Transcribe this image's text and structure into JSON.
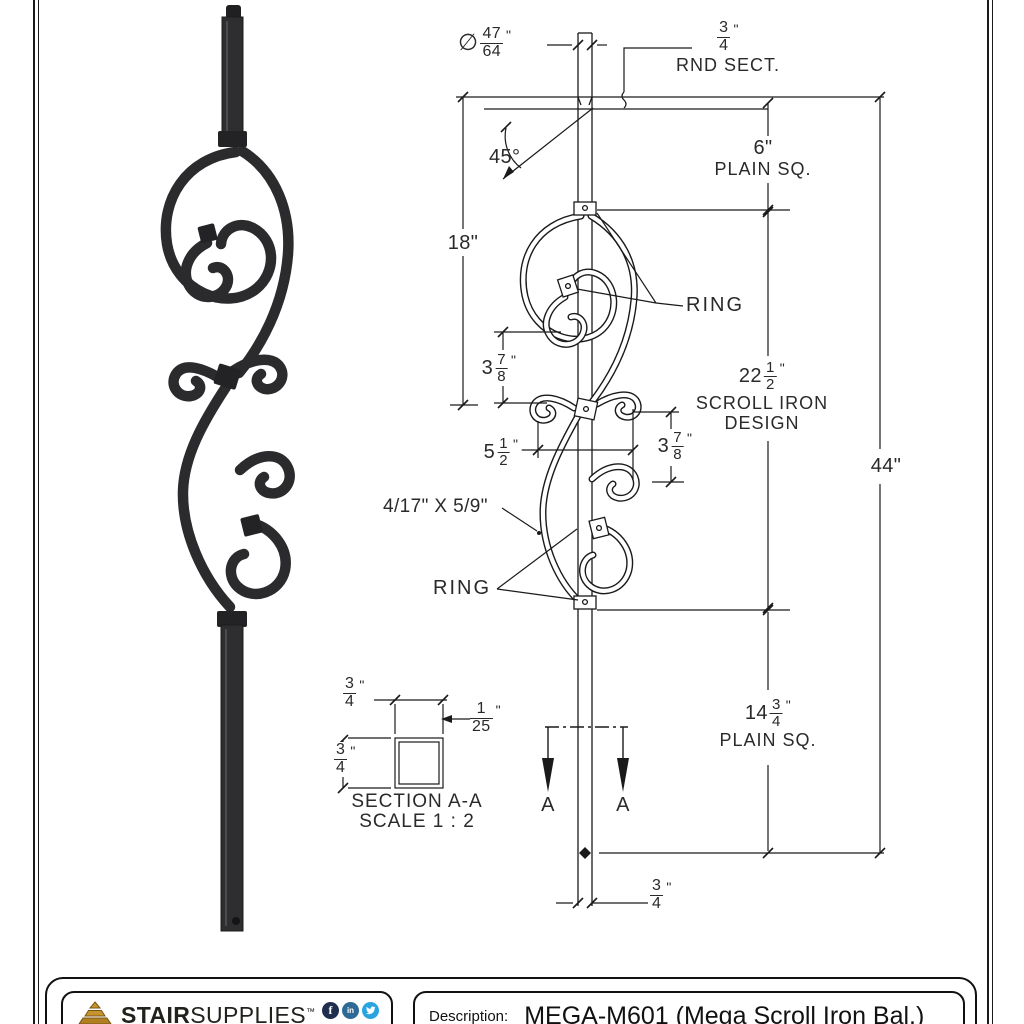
{
  "drawing": {
    "diameter": {
      "symbol": "∅",
      "num": "47",
      "den": "64",
      "unit": "\""
    },
    "rnd_sect": {
      "num": "3",
      "den": "4",
      "unit": "\"",
      "caption": "RND SECT."
    },
    "angle_45": "45°",
    "plain_sq_top": {
      "value": "6\"",
      "caption": "PLAIN SQ."
    },
    "dim_18": "18\"",
    "ring_upper": "RING",
    "dim_3_7_8_upper": {
      "whole": "3",
      "num": "7",
      "den": "8",
      "unit": "\""
    },
    "scroll_section": {
      "whole": "22",
      "num": "1",
      "den": "2",
      "unit": "\"",
      "caption_line1": "SCROLL IRON",
      "caption_line2": "DESIGN"
    },
    "dim_5_1_2": {
      "whole": "5",
      "num": "1",
      "den": "2",
      "unit": "\""
    },
    "dim_3_7_8_lower": {
      "whole": "3",
      "num": "7",
      "den": "8",
      "unit": "\""
    },
    "dim_44": "44\"",
    "wire_size": "4/17\" X 5/9\"",
    "ring_lower": "RING",
    "plain_sq_bottom": {
      "whole": "14",
      "num": "3",
      "den": "4",
      "unit": "\"",
      "caption": "PLAIN SQ."
    },
    "dim_3_4_bottom": {
      "num": "3",
      "den": "4",
      "unit": "\""
    },
    "section_detail": {
      "dim_top": {
        "num": "3",
        "den": "4",
        "unit": "\""
      },
      "dim_left": {
        "num": "3",
        "den": "4",
        "unit": "\""
      },
      "dim_wall": {
        "num": "1",
        "den": "25",
        "unit": "\""
      },
      "title": "SECTION A-A",
      "scale": "SCALE 1 : 2",
      "cut_label": "A"
    }
  },
  "footer": {
    "brand_bold": "STAIR",
    "brand_regular": "SUPPLIES",
    "brand_tm": "™",
    "social": {
      "facebook_glyph": "f",
      "linkedin_glyph": "in",
      "twitter_glyph": "bird"
    },
    "description_label": "Description:",
    "description_value": "MEGA-M601 (Mega Scroll Iron Bal.)"
  },
  "colors": {
    "iron": "#2b2b2e",
    "line": "#1a1a1a",
    "logo_gold": "#c6932f",
    "facebook": "#1f2d4e",
    "linkedin": "#2f6a96",
    "twitter": "#29a4e0"
  }
}
